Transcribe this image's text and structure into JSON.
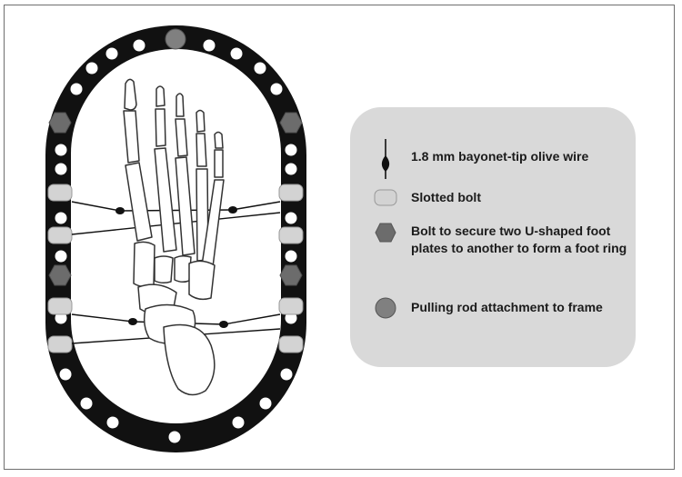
{
  "legend": {
    "items": [
      {
        "symbol": "olive-wire",
        "label": "1.8 mm bayonet-tip olive wire"
      },
      {
        "symbol": "slotted-bolt",
        "label": "Slotted bolt"
      },
      {
        "symbol": "hex-bolt",
        "label": "Bolt to secure two U-shaped foot plates to another to form a foot ring"
      },
      {
        "symbol": "pulling-rod",
        "label": "Pulling rod attachment to frame"
      }
    ]
  },
  "colors": {
    "ring": "#111111",
    "hole": "#ffffff",
    "slotted_bolt": "#d3d3d3",
    "hex_bolt": "#6c6c6c",
    "pulling_rod": "#808080",
    "legend_panel": "#d9d9d9",
    "bone_outline": "#333333"
  }
}
